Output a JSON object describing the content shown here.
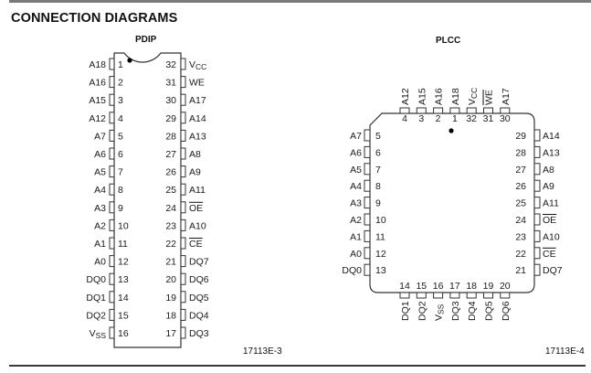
{
  "section_title": "CONNECTION DIAGRAMS",
  "pdip": {
    "title": "PDIP",
    "figure_id": "17113E-3",
    "left_pins": [
      {
        "num": "1",
        "name": "A18"
      },
      {
        "num": "2",
        "name": "A16"
      },
      {
        "num": "3",
        "name": "A15"
      },
      {
        "num": "4",
        "name": "A12"
      },
      {
        "num": "5",
        "name": "A7"
      },
      {
        "num": "6",
        "name": "A6"
      },
      {
        "num": "7",
        "name": "A5"
      },
      {
        "num": "8",
        "name": "A4"
      },
      {
        "num": "9",
        "name": "A3"
      },
      {
        "num": "10",
        "name": "A2"
      },
      {
        "num": "11",
        "name": "A1"
      },
      {
        "num": "12",
        "name": "A0"
      },
      {
        "num": "13",
        "name": "DQ0"
      },
      {
        "num": "14",
        "name": "DQ1"
      },
      {
        "num": "15",
        "name": "DQ2"
      },
      {
        "num": "16",
        "name": "V",
        "sub": "SS"
      }
    ],
    "right_pins": [
      {
        "num": "32",
        "name": "V",
        "sub": "CC"
      },
      {
        "num": "31",
        "name": "WE"
      },
      {
        "num": "30",
        "name": "A17"
      },
      {
        "num": "29",
        "name": "A14"
      },
      {
        "num": "28",
        "name": "A13"
      },
      {
        "num": "27",
        "name": "A8"
      },
      {
        "num": "26",
        "name": "A9"
      },
      {
        "num": "25",
        "name": "A11"
      },
      {
        "num": "24",
        "name": "OE",
        "overline": true
      },
      {
        "num": "23",
        "name": "A10"
      },
      {
        "num": "22",
        "name": "CE",
        "overline": true
      },
      {
        "num": "21",
        "name": "DQ7"
      },
      {
        "num": "20",
        "name": "DQ6"
      },
      {
        "num": "19",
        "name": "DQ5"
      },
      {
        "num": "18",
        "name": "DQ4"
      },
      {
        "num": "17",
        "name": "DQ3"
      }
    ]
  },
  "plcc": {
    "title": "PLCC",
    "figure_id": "17113E-4",
    "top_pins": [
      {
        "num": "4",
        "name": "A12"
      },
      {
        "num": "3",
        "name": "A15"
      },
      {
        "num": "2",
        "name": "A16"
      },
      {
        "num": "1",
        "name": "A18"
      },
      {
        "num": "32",
        "name": "V",
        "sub": "CC"
      },
      {
        "num": "31",
        "name": "WE",
        "overline": true
      },
      {
        "num": "30",
        "name": "A17"
      }
    ],
    "left_pins": [
      {
        "num": "5",
        "name": "A7"
      },
      {
        "num": "6",
        "name": "A6"
      },
      {
        "num": "7",
        "name": "A5"
      },
      {
        "num": "8",
        "name": "A4"
      },
      {
        "num": "9",
        "name": "A3"
      },
      {
        "num": "10",
        "name": "A2"
      },
      {
        "num": "11",
        "name": "A1"
      },
      {
        "num": "12",
        "name": "A0"
      },
      {
        "num": "13",
        "name": "DQ0"
      }
    ],
    "right_pins": [
      {
        "num": "29",
        "name": "A14"
      },
      {
        "num": "28",
        "name": "A13"
      },
      {
        "num": "27",
        "name": "A8"
      },
      {
        "num": "26",
        "name": "A9"
      },
      {
        "num": "25",
        "name": "A11"
      },
      {
        "num": "24",
        "name": "OE",
        "overline": true
      },
      {
        "num": "23",
        "name": "A10"
      },
      {
        "num": "22",
        "name": "CE",
        "overline": true
      },
      {
        "num": "21",
        "name": "DQ7"
      }
    ],
    "bottom_pins": [
      {
        "num": "14",
        "name": "DQ1"
      },
      {
        "num": "15",
        "name": "DQ2"
      },
      {
        "num": "16",
        "name": "V",
        "sub": "SS"
      },
      {
        "num": "17",
        "name": "DQ3"
      },
      {
        "num": "18",
        "name": "DQ4"
      },
      {
        "num": "19",
        "name": "DQ5"
      },
      {
        "num": "20",
        "name": "DQ6"
      }
    ]
  },
  "colors": {
    "line": "#333333",
    "text": "#1a1a1a",
    "top_rule": "#7a7a7a"
  }
}
